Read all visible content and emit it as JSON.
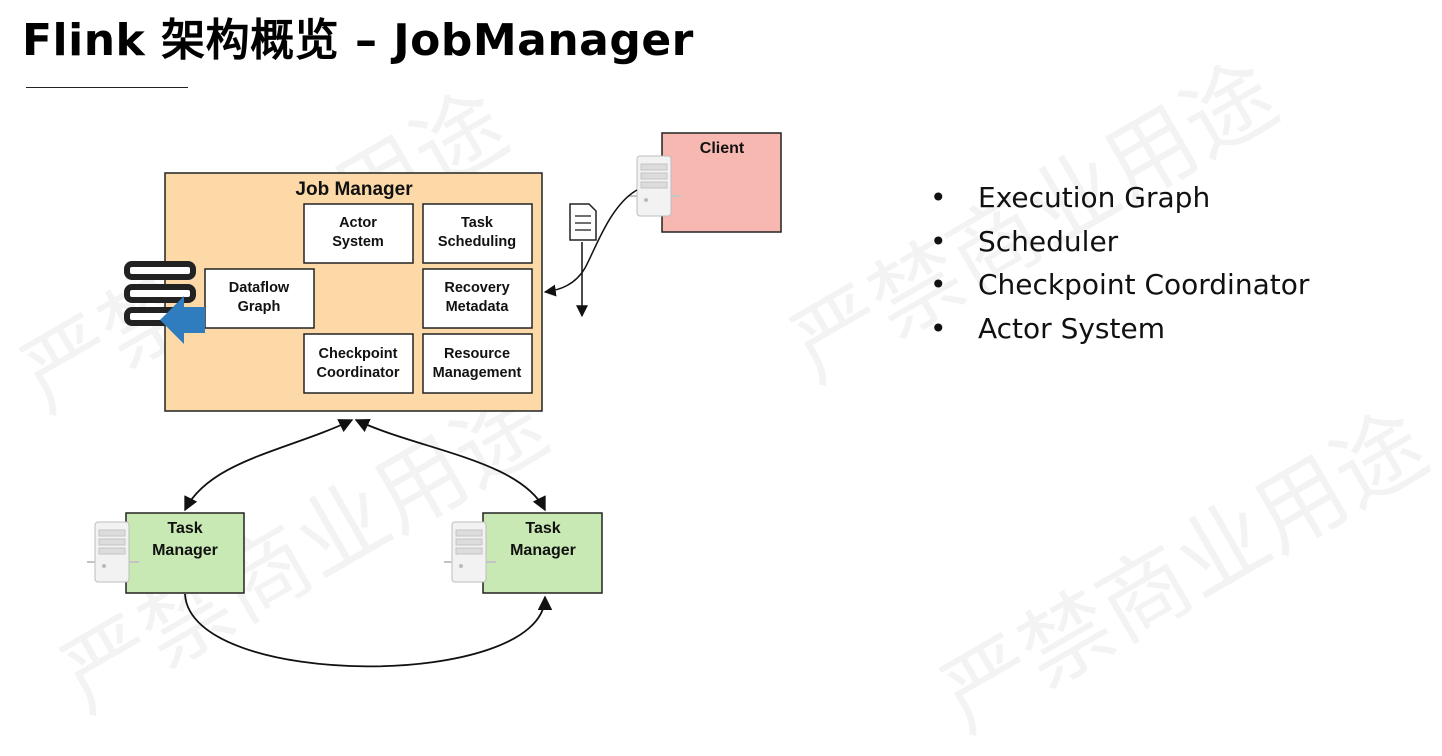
{
  "title": "Flink 架构概览 – JobManager",
  "watermark": "严禁商业用途",
  "diagram": {
    "job_manager": {
      "label": "Job Manager",
      "actor_system": [
        "Actor",
        "System"
      ],
      "task_scheduling": [
        "Task",
        "Scheduling"
      ],
      "dataflow_graph": [
        "Dataflow",
        "Graph"
      ],
      "recovery_metadata": [
        "Recovery",
        "Metadata"
      ],
      "checkpoint_coordinator": [
        "Checkpoint",
        "Coordinator"
      ],
      "resource_management": [
        "Resource",
        "Management"
      ]
    },
    "client": {
      "label": "Client"
    },
    "task_manager_left": [
      "Task",
      "Manager"
    ],
    "task_manager_right": [
      "Task",
      "Manager"
    ],
    "colors": {
      "job_manager_fill": "#fdd9a8",
      "client_fill": "#f7b8b2",
      "task_manager_fill": "#c8e9b3",
      "arrow_blue": "#2f7dbf"
    },
    "icons": [
      "server-icon",
      "document-icon",
      "database-stack-icon"
    ]
  },
  "bullets": [
    "Execution Graph",
    "Scheduler",
    "Checkpoint Coordinator",
    "Actor System"
  ]
}
